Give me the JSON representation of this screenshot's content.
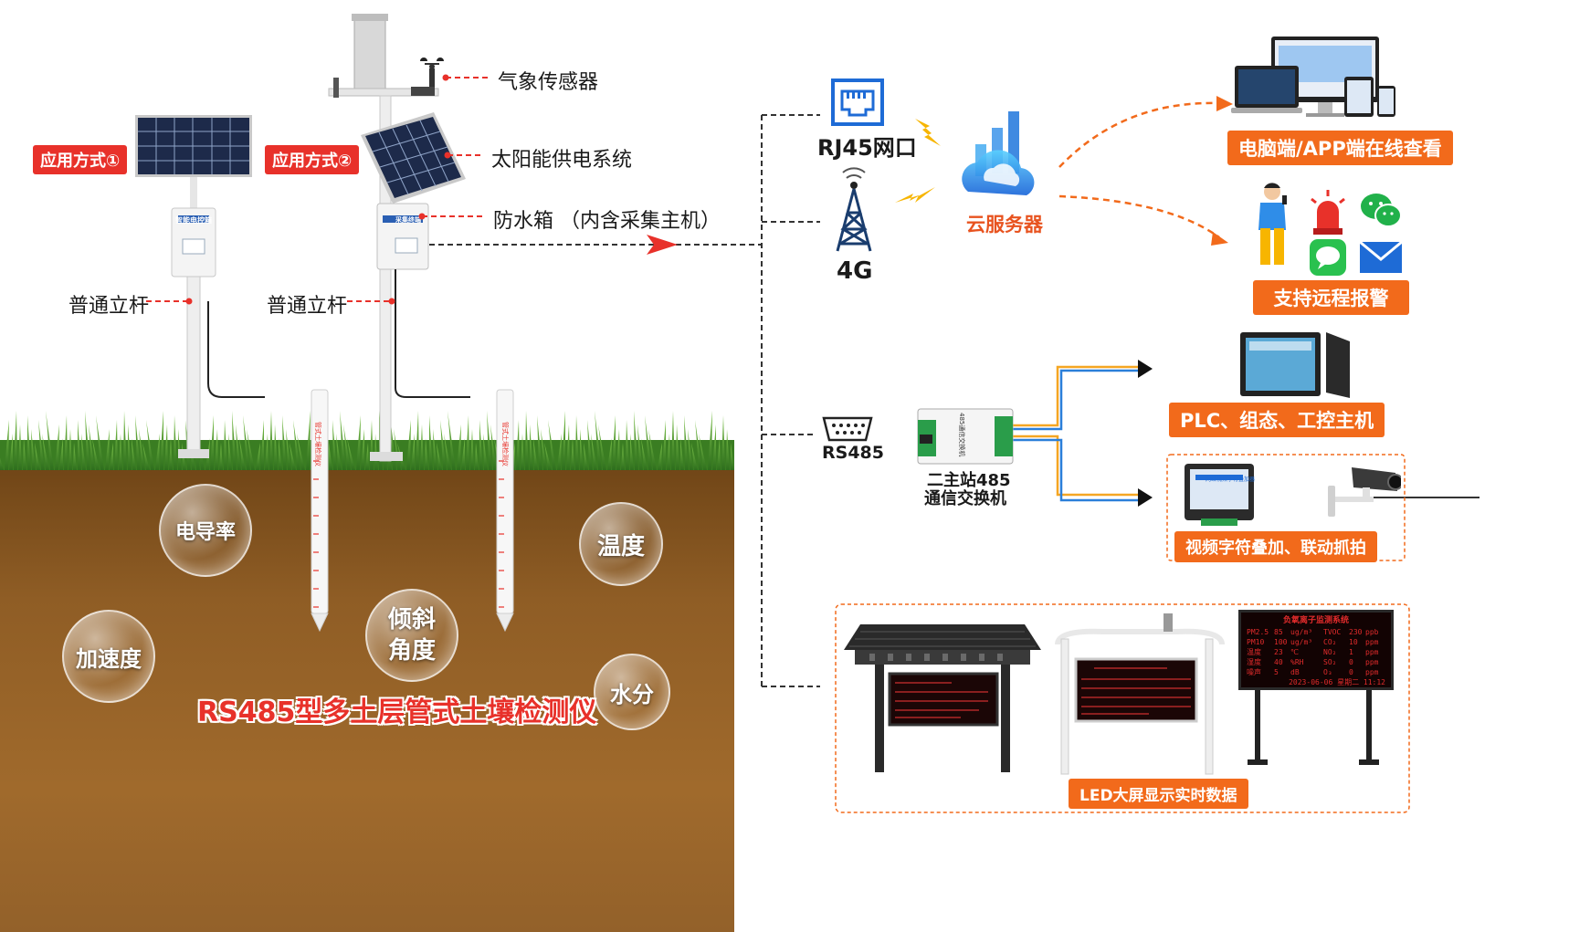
{
  "left": {
    "mode1": "应用方式①",
    "mode2": "应用方式②",
    "weather_sensor": "气象传感器",
    "solar_system": "太阳能供电系统",
    "waterproof_box": "防水箱 （内含采集主机）",
    "pole1": "普通立杆",
    "pole2": "普通立杆",
    "box1_plate": "智能电控箱",
    "box2_plate": "采集终端",
    "probe1_text": "管式土壤检测仪",
    "probe2_text": "管式土壤检测仪",
    "product_title": "RS485型多土层管式土壤检测仪"
  },
  "bubbles": {
    "conductivity": "电导率",
    "temperature": "温度",
    "tilt": "倾斜角度",
    "acceleration": "加速度",
    "moisture": "水分"
  },
  "network": {
    "rj45": "RJ45网口",
    "g4": "4G",
    "cloud": "云服务器",
    "pc_app": "电脑端/APP端在线查看",
    "alarm": "支持远程报警",
    "rs485": "RS485",
    "switch_label_1": "二主站485",
    "switch_label_2": "通信交换机",
    "switch_device_text": "485通信交换机",
    "plc": "PLC、组态、工控主机",
    "video": "视频字符叠加、联动抓拍",
    "overlay_device_text": "网络视频字符叠加器",
    "led": "LED大屏显示实时数据"
  },
  "led_screen": {
    "title": "负氧离子监测系统",
    "rows": [
      [
        "PM2.5",
        "85",
        "ug/m³",
        "TVOC",
        "230",
        "ppb"
      ],
      [
        "PM10",
        "100",
        "ug/m³",
        "CO₂",
        "10",
        "ppm"
      ],
      [
        "温度",
        "23",
        "℃",
        "NO₂",
        "1",
        "ppm"
      ],
      [
        "湿度",
        "40",
        "%RH",
        "SO₂",
        "0",
        "ppm"
      ],
      [
        "噪声",
        "5",
        "dB",
        "O₃",
        "0",
        "ppm"
      ]
    ],
    "date": "2023-06-06 星期二 11:12"
  },
  "colors": {
    "red": "#e8312a",
    "orange": "#f26a1b",
    "soil": "#8a5a24",
    "grass": "#3f8f2a",
    "blue_wire": "#2b7fd9",
    "orange_wire": "#f5a623"
  }
}
